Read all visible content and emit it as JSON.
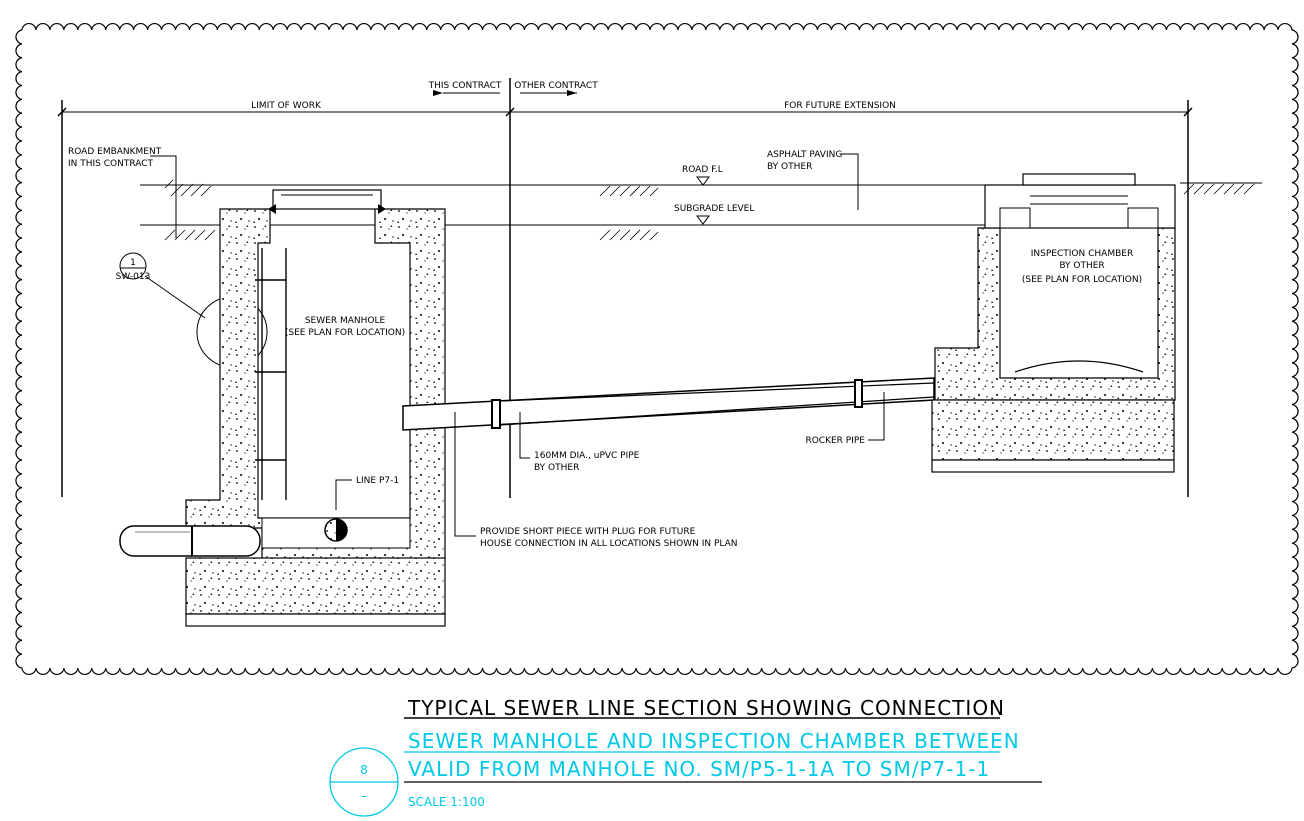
{
  "labels": {
    "this_contract": "THIS CONTRACT",
    "other_contract": "OTHER CONTRACT",
    "limit_of_work": "LIMIT OF WORK",
    "future_extension": "FOR FUTURE EXTENSION",
    "road_embankment_1": "ROAD EMBANKMENT",
    "road_embankment_2": "IN THIS CONTRACT",
    "asphalt_1": "ASPHALT PAVING",
    "asphalt_2": "BY OTHER",
    "road_fl": "ROAD F.L",
    "subgrade": "SUBGRADE LEVEL",
    "detail_num": "1",
    "detail_ref": "SW-013",
    "manhole_1": "SEWER MANHOLE",
    "manhole_2": "(SEE PLAN FOR LOCATION)",
    "chamber_1": "INSPECTION CHAMBER",
    "chamber_2": "BY OTHER",
    "chamber_3": "(SEE PLAN FOR LOCATION)",
    "pipe_1": "160MM DIA., uPVC PIPE",
    "pipe_2": "BY OTHER",
    "rocker": "ROCKER PIPE",
    "line": "LINE P7-1",
    "provide_1": "PROVIDE SHORT PIECE WITH PLUG FOR FUTURE",
    "provide_2": "HOUSE CONNECTION IN ALL LOCATIONS SHOWN IN PLAN"
  },
  "title": {
    "main": "TYPICAL SEWER LINE SECTION SHOWING CONNECTION",
    "sub1": "SEWER MANHOLE AND INSPECTION CHAMBER BETWEEN",
    "sub2": "VALID FROM MANHOLE NO. SM/P5-1-1A TO SM/P7-1-1",
    "section_num": "8",
    "section_dash": "–",
    "scale": "SCALE 1:100"
  },
  "colors": {
    "line": "#000000",
    "title_accent": "#00c8e6"
  }
}
